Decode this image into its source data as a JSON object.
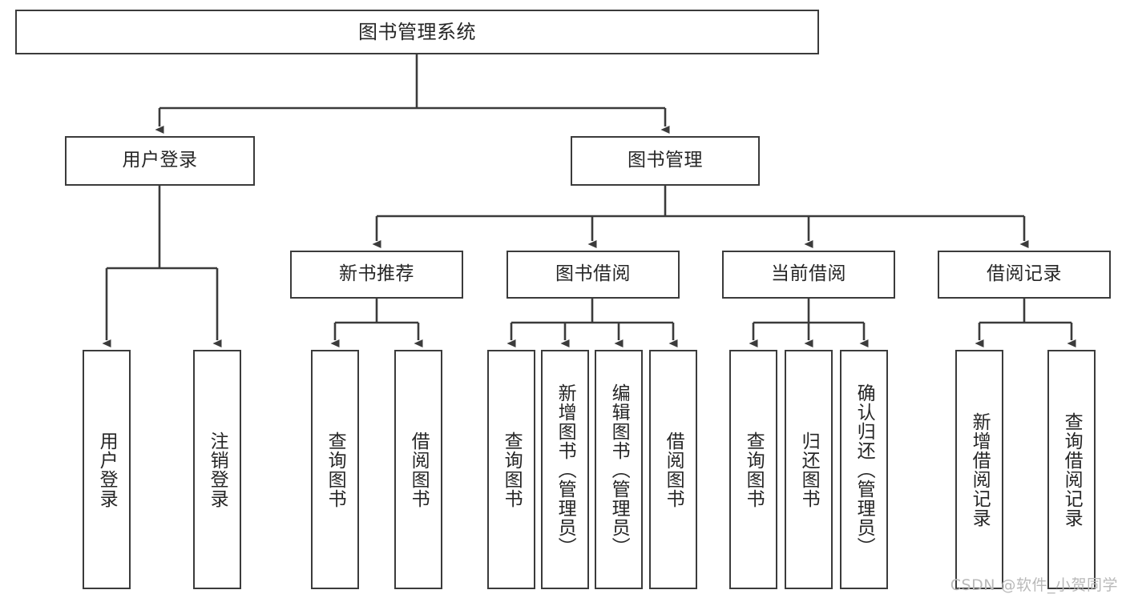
{
  "diagram": {
    "title": "图书管理系统",
    "type": "tree-structure-chart",
    "root": {
      "label": "图书管理系统"
    },
    "level2": [
      {
        "label": "用户登录"
      },
      {
        "label": "图书管理"
      }
    ],
    "level3": [
      {
        "label": "新书推荐"
      },
      {
        "label": "图书借阅"
      },
      {
        "label": "当前借阅"
      },
      {
        "label": "借阅记录"
      }
    ],
    "leaves": {
      "user_login": [
        {
          "label": "用户登录"
        },
        {
          "label": "注销登录"
        }
      ],
      "new_book_recommend": [
        {
          "label": "查询图书"
        },
        {
          "label": "借阅图书"
        }
      ],
      "book_borrow": [
        {
          "label": "查询图书"
        },
        {
          "label": "新增图书（管理员）"
        },
        {
          "label": "编辑图书（管理员）"
        },
        {
          "label": "借阅图书"
        }
      ],
      "current_borrow": [
        {
          "label": "查询图书"
        },
        {
          "label": "归还图书"
        },
        {
          "label": "确认归还（管理员）"
        }
      ],
      "borrow_record": [
        {
          "label": "新增借阅记录"
        },
        {
          "label": "查询借阅记录"
        }
      ]
    }
  },
  "watermark": {
    "text": "CSDN @软件_小贺同学"
  },
  "colors": {
    "border": "#3b3b3b",
    "text": "#262626",
    "background": "#ffffff",
    "watermark": "#b9b9b9"
  }
}
